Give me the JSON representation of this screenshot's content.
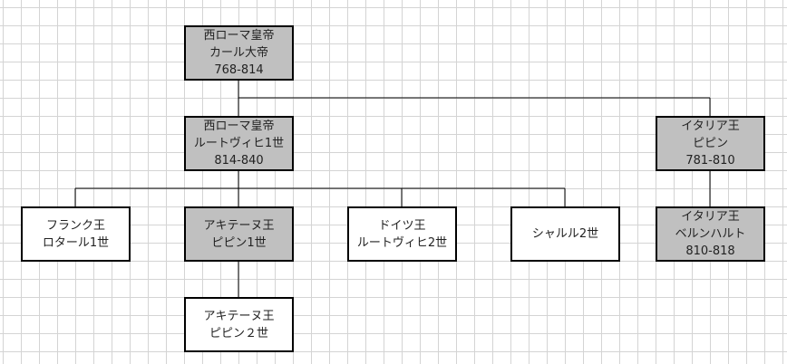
{
  "colors": {
    "highlight_fill": "#c0c0c0",
    "plain_fill": "#ffffff",
    "line": "#000000",
    "grid": "#d4d4d4"
  },
  "nodes": {
    "karl": {
      "title": "西ローマ皇帝",
      "name": "カール大帝",
      "years": "768-814"
    },
    "ludwig1": {
      "title": "西ローマ皇帝",
      "name": "ルートヴィヒ1世",
      "years": "814-840"
    },
    "pippin_italy": {
      "title": "イタリア王",
      "name": "ピピン",
      "years": "781-810"
    },
    "lothar": {
      "title": "フランク王",
      "name": "ロタール1世"
    },
    "pippin1": {
      "title": "アキテーヌ王",
      "name": "ピピン1世"
    },
    "ludwig2": {
      "title": "ドイツ王",
      "name": "ルートヴィヒ2世"
    },
    "charles2": {
      "name": "シャルル2世"
    },
    "bernhard": {
      "title": "イタリア王",
      "name": "ベルンハルト",
      "years": "810-818"
    },
    "pippin2": {
      "title": "アキテーヌ王",
      "name": "ピピン２世"
    }
  }
}
